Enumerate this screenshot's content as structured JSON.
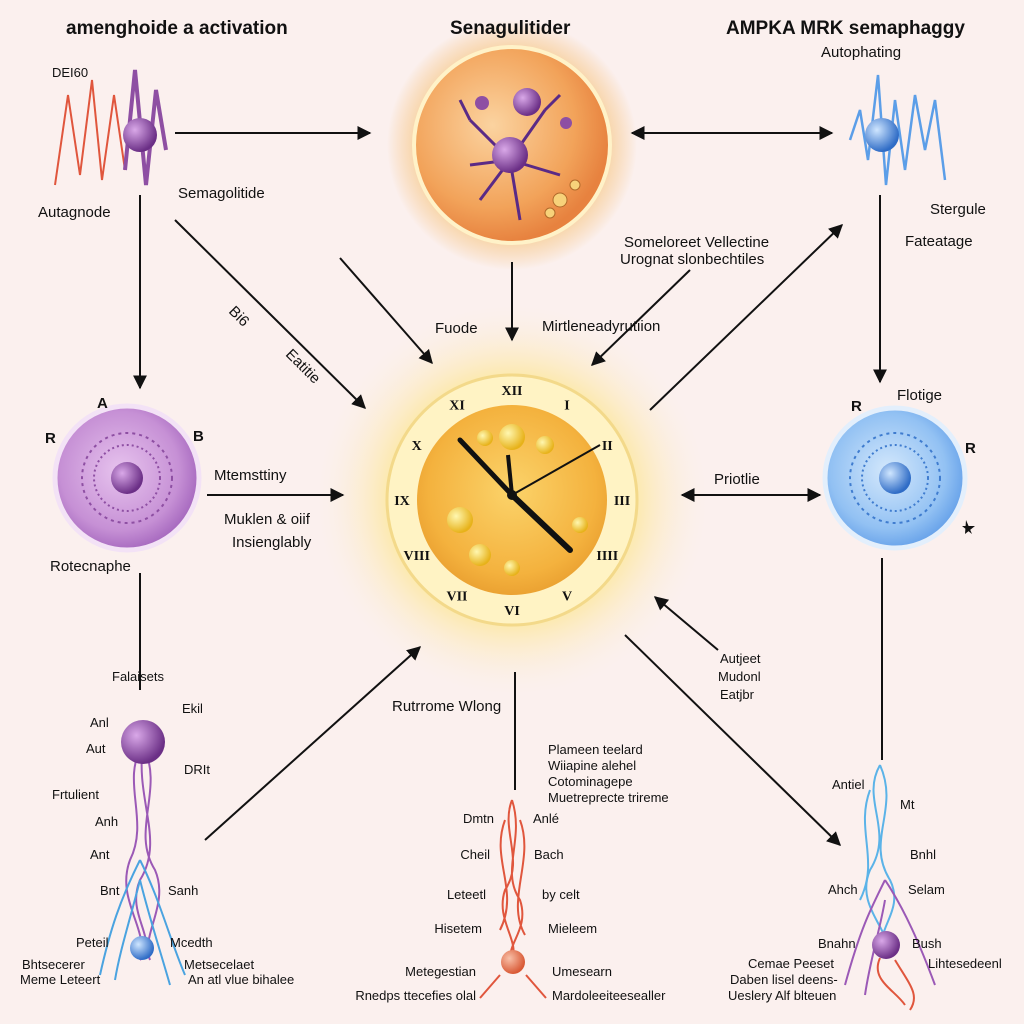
{
  "titles": {
    "left": "amenghoide a activation",
    "center": "Senagulitider",
    "right": "AMPKA MRK semaphaggy",
    "right_sub": "Autophating"
  },
  "top_left": {
    "tag": "DEI60",
    "name": "Autagnode",
    "arrow_label": "Semagolitide",
    "diag_a": "Bi6",
    "diag_b": "Eatitie"
  },
  "top_center": {
    "down_label": "Fuode",
    "mid_label": "Mirtleneadyrutiion"
  },
  "top_right": {
    "side_a": "Stergule",
    "side_b": "Fateatage",
    "note_line1": "Someloreet Vellectine",
    "note_line2": "Urognat slonbechtiles"
  },
  "left_cell": {
    "name": "Rotecnaphe",
    "arrow_line1": "Mtemsttiny",
    "arrow_line2": "Muklen & oiif",
    "arrow_line3": "Insienglably",
    "mark_a": "A",
    "mark_b": "R",
    "mark_c": "B"
  },
  "right_cell": {
    "name": "Flotige",
    "arrow_label": "Priotlie",
    "mark_a": "R",
    "mark_b": "R"
  },
  "clock": {
    "numerals": [
      "XII",
      "I",
      "II",
      "III",
      "IIII",
      "V",
      "VI",
      "VII",
      "VIII",
      "IX",
      "X",
      "XI"
    ]
  },
  "lower_right_note": [
    "Autjeet",
    "Mudonl",
    "Eatjbr"
  ],
  "bottom_center": {
    "title": "Rutrrome Wlong",
    "notes": [
      "Plameen teelard",
      "Wiiapine alehel",
      "Cotominagepe",
      "Muetreprecte trireme"
    ],
    "left": [
      "Dmtn",
      "Cheil",
      "Leteetl",
      "Hisetem",
      "Metegestian",
      "Rnedps ttecefies olal"
    ],
    "right": [
      "Anlé",
      "Bach",
      "by celt",
      "Mieleem",
      "Umesearn",
      "Mardoleeiteesealler"
    ]
  },
  "bottom_left": {
    "title": "Falaisets",
    "side": "Frtulient",
    "left": [
      "Anl",
      "Aut",
      "Anh",
      "Ant",
      "Bnt",
      "Peteil",
      "Bhtsecerer",
      "Meme Leteert"
    ],
    "right": [
      "Ekil",
      "DRIt",
      "Sanh",
      "Mcedth",
      "Metsecelaet",
      "An atl vlue bihalee"
    ]
  },
  "bottom_right": {
    "left": [
      "Antiel",
      "Ahch",
      "Bnahn",
      "Cemae Peeset",
      "Daben lisel deens-",
      "Ueslery Alf blteuen"
    ],
    "right": [
      "Mt",
      "Bnhl",
      "Selam",
      "Bush",
      "Lihtesedeenl"
    ]
  },
  "colors": {
    "purple": "#8e4fa3",
    "orange": "#f0a53c",
    "blue": "#5b9ee8",
    "red": "#e0563d",
    "yellow": "#f7c83a",
    "arrow": "#111111"
  }
}
